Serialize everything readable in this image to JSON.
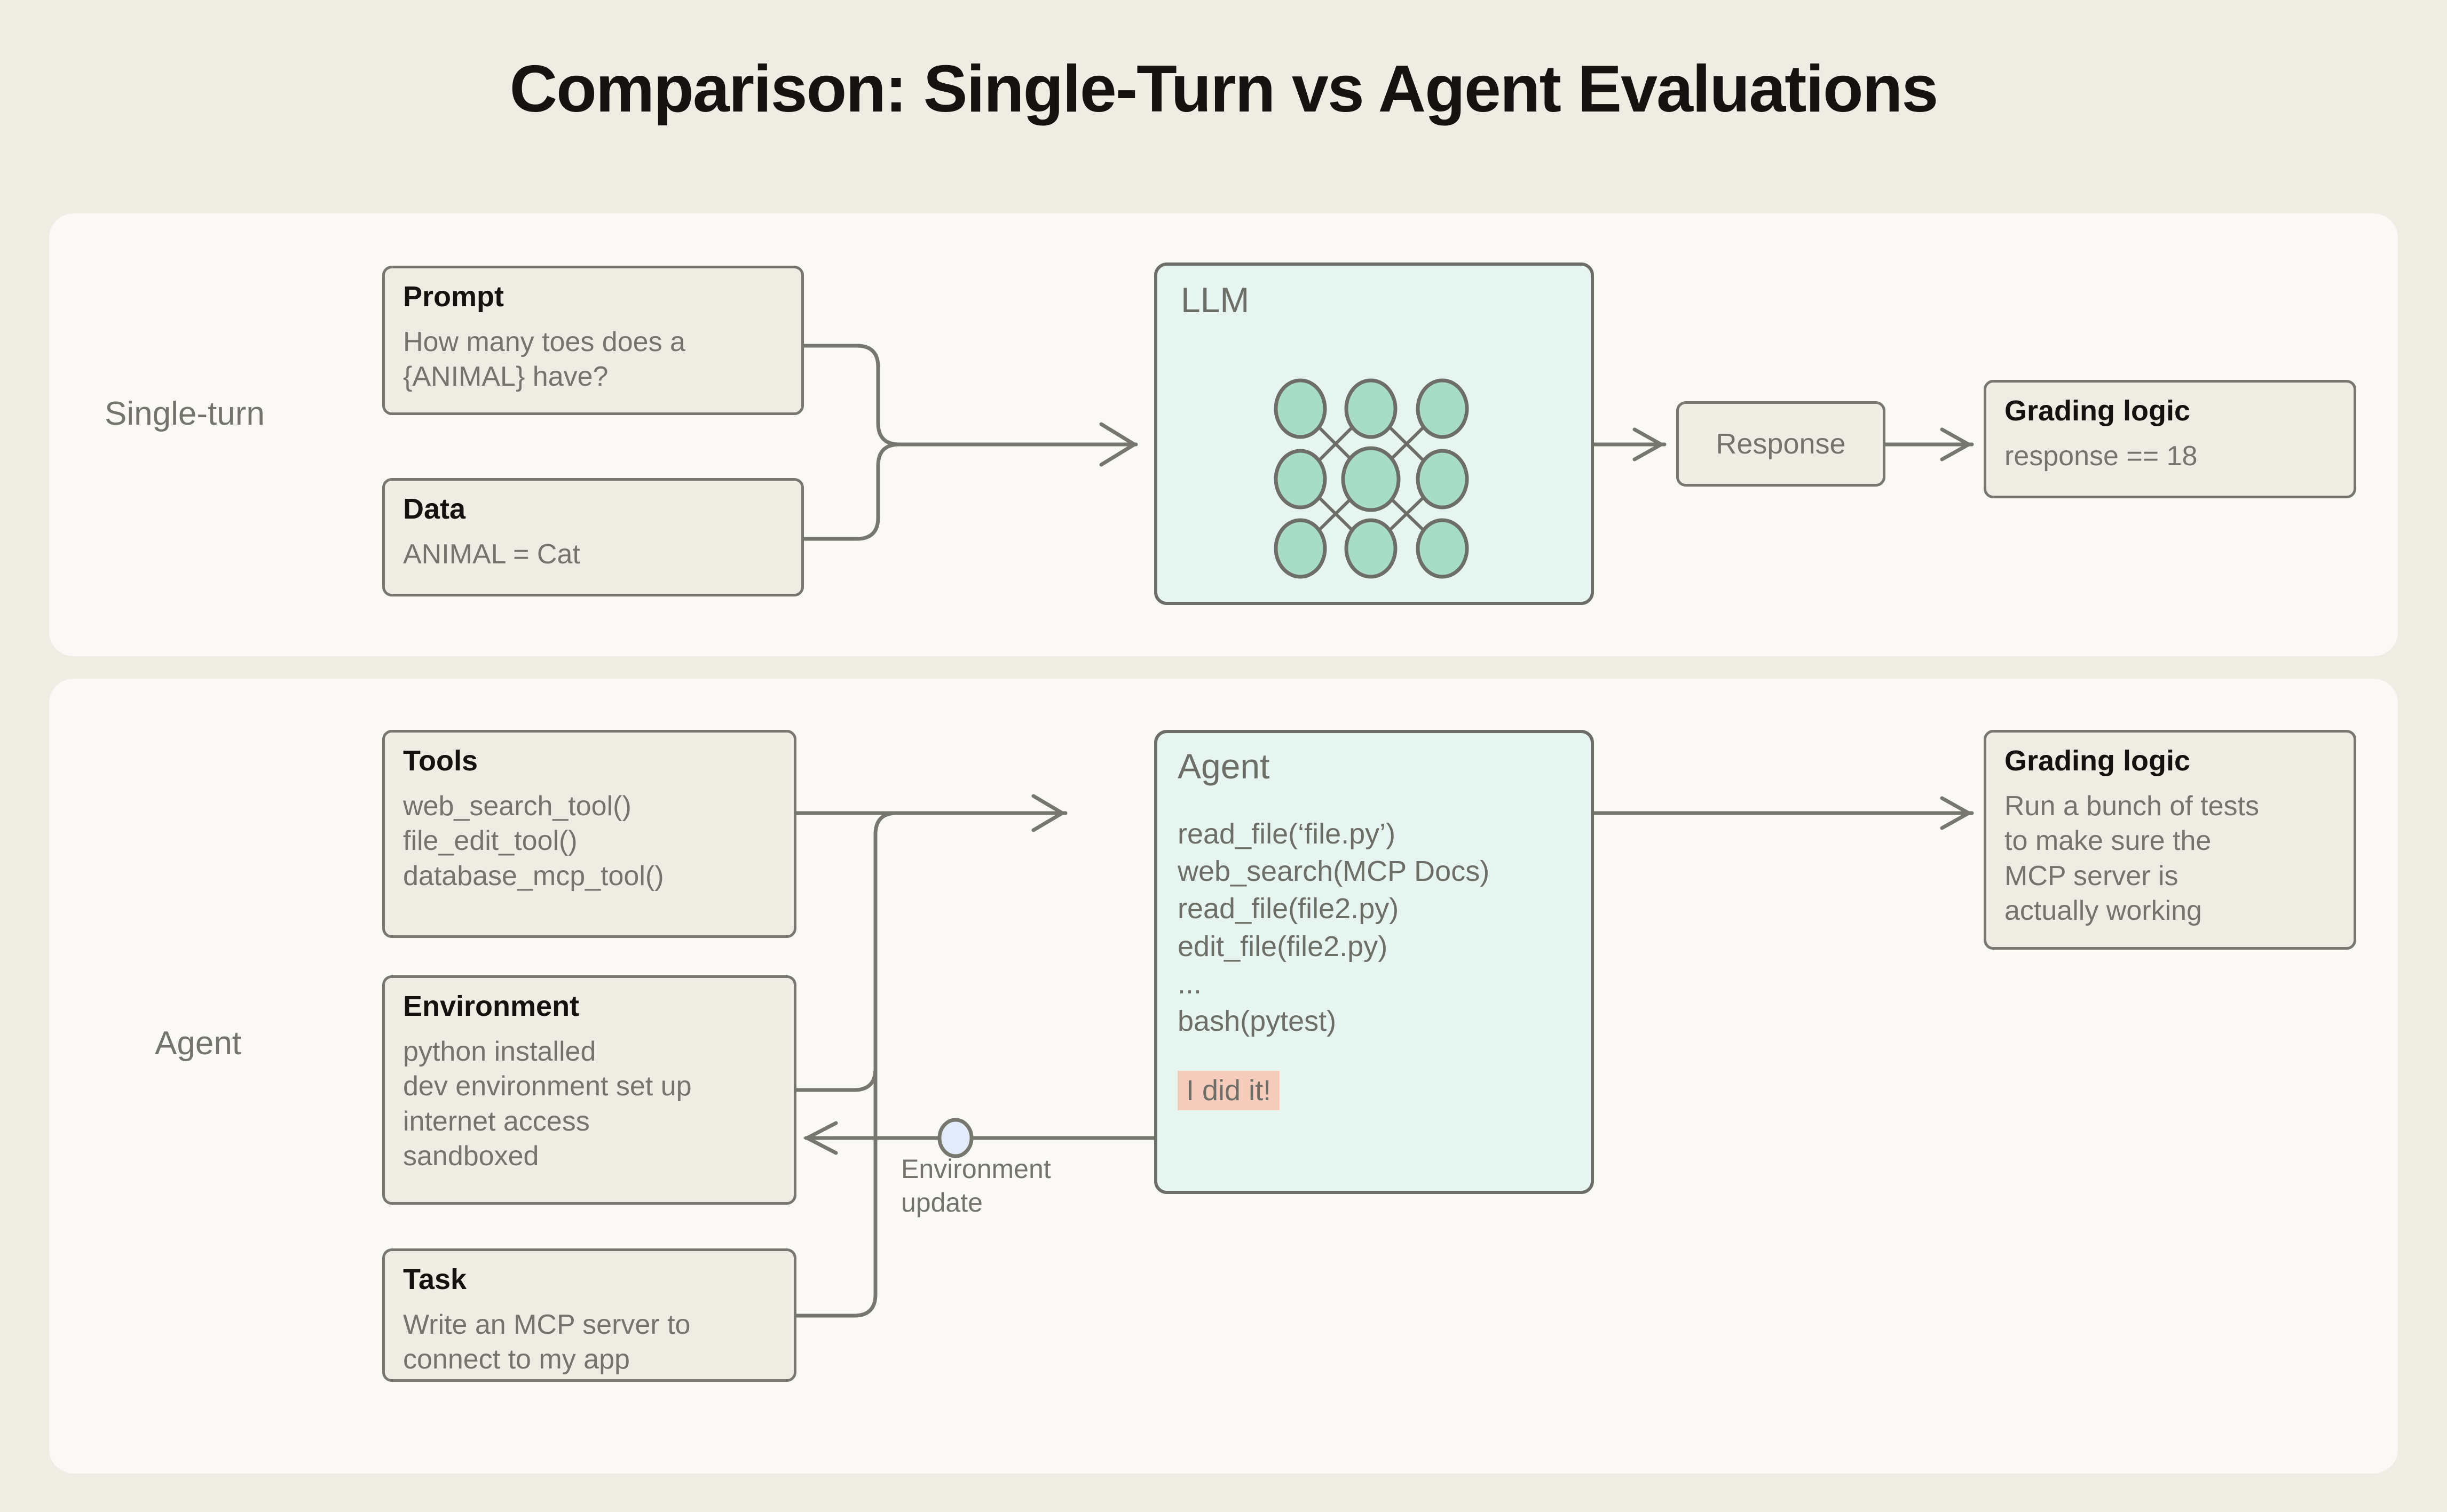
{
  "title": "Comparison: Single-Turn vs Agent Evaluations",
  "colors": {
    "page_bg": "#efece4",
    "panel_bg": "#faf9f5",
    "card_bg": "#efece4",
    "card_border": "#77776f",
    "model_bg": "#e6f5ef",
    "model_border": "#6e6e68",
    "node_fill": "#a7ddc7",
    "highlight_bg": "#f6cdbd",
    "dot_fill": "#e3ecfa",
    "muted_text": "#74746c",
    "heading_text": "#14120e"
  },
  "rows": {
    "single_turn": {
      "label": "Single-turn",
      "prompt": {
        "title": "Prompt",
        "lines": [
          "How many toes does a",
          "{ANIMAL} have?"
        ]
      },
      "data": {
        "title": "Data",
        "lines": [
          "ANIMAL = Cat"
        ]
      },
      "model": {
        "title": "LLM",
        "node_rows": 3,
        "node_cols": 3
      },
      "response": {
        "label": "Response"
      },
      "grading": {
        "title": "Grading logic",
        "lines": [
          "response == 18"
        ]
      }
    },
    "agent": {
      "label": "Agent",
      "tools": {
        "title": "Tools",
        "lines": [
          "web_search_tool()",
          "file_edit_tool()",
          "database_mcp_tool()"
        ]
      },
      "environment": {
        "title": "Environment",
        "lines": [
          "python installed",
          "dev environment set up",
          "internet access",
          "sandboxed"
        ]
      },
      "task": {
        "title": "Task",
        "lines": [
          "Write an MCP server to",
          "connect to my app"
        ]
      },
      "model": {
        "title": "Agent",
        "trace": [
          "read_file(‘file.py’)",
          "web_search(MCP Docs)",
          "read_file(file2.py)",
          "edit_file(file2.py)",
          "...",
          "bash(pytest)"
        ],
        "claim": "I did it!"
      },
      "feedback": {
        "line1": "Environment",
        "line2": "update"
      },
      "grading": {
        "title": "Grading logic",
        "lines": [
          "Run a bunch of tests",
          "to make sure the",
          "MCP server is",
          "actually working"
        ]
      }
    }
  }
}
